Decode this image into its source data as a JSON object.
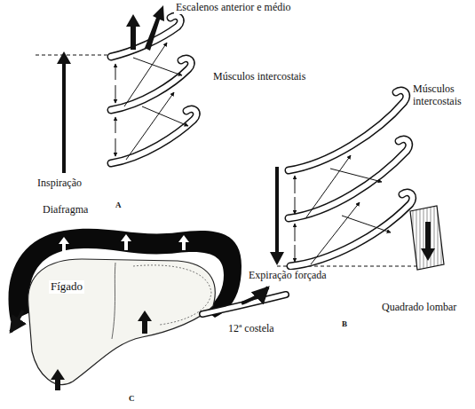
{
  "diagram": {
    "labels": [
      "Escalenos anterior e médio",
      "Músculos intercostais",
      "Inspiração",
      "A",
      "Músculos intercostais",
      "Diafragma",
      "Fígado",
      "Expiração forçada",
      "12ª costela",
      "Quadrado lombar",
      "B",
      "C"
    ]
  }
}
